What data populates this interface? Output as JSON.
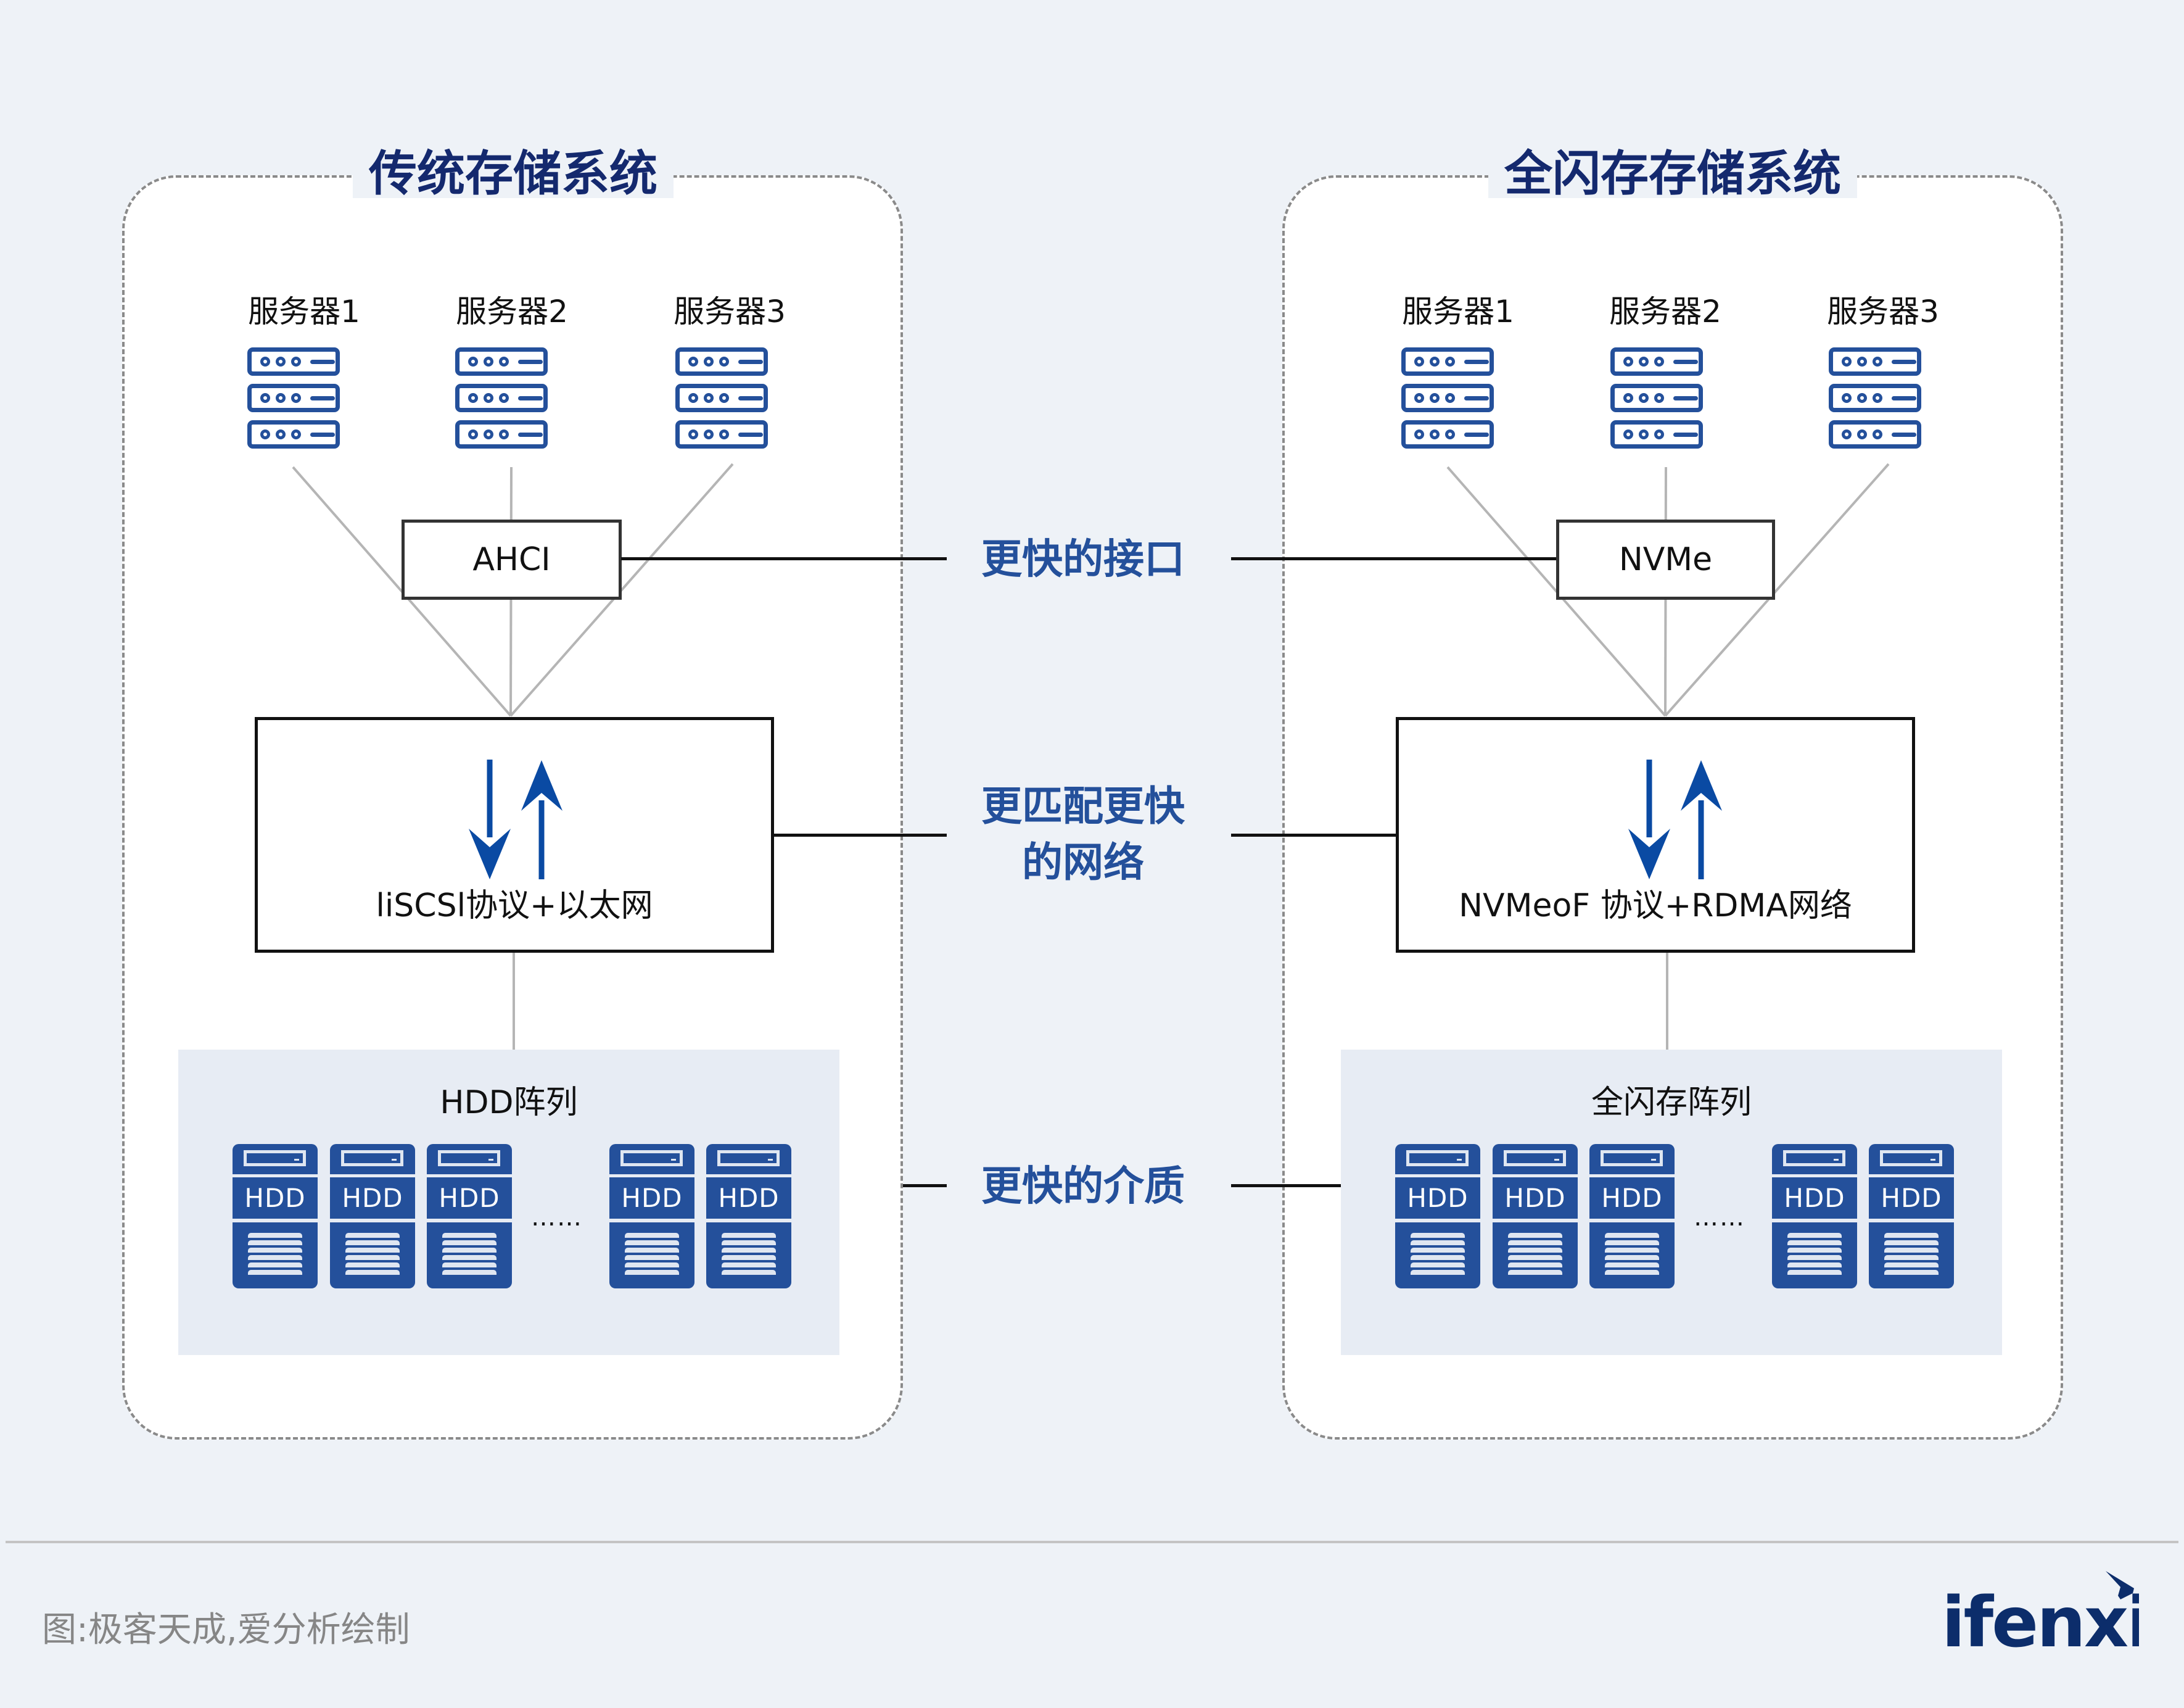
{
  "left_system": {
    "title": "传统存储系统",
    "servers": [
      "服务器1",
      "服务器2",
      "服务器3"
    ],
    "interface": "AHCI",
    "network": "liSCSl协议+以太网",
    "array_title": "HDD阵列",
    "drive_label": "HDD",
    "ellipsis": "……"
  },
  "right_system": {
    "title": "全闪存存储系统",
    "servers": [
      "服务器1",
      "服务器2",
      "服务器3"
    ],
    "interface": "NVMe",
    "network": "NVMeoF 协议+RDMA网络",
    "array_title": "全闪存阵列",
    "drive_label": "HDD",
    "ellipsis": "……"
  },
  "comparisons": {
    "interface": "更快的接口",
    "network_line1": "更匹配更快",
    "network_line2": "的网络",
    "medium": "更快的介质"
  },
  "footer": {
    "caption": "图:极客天成,爱分析绘制",
    "brand": "ifenxi"
  },
  "colors": {
    "title": "#14296e",
    "accent": "#24509b",
    "arrow": "#0a4aa3",
    "background": "#eef2f7"
  }
}
